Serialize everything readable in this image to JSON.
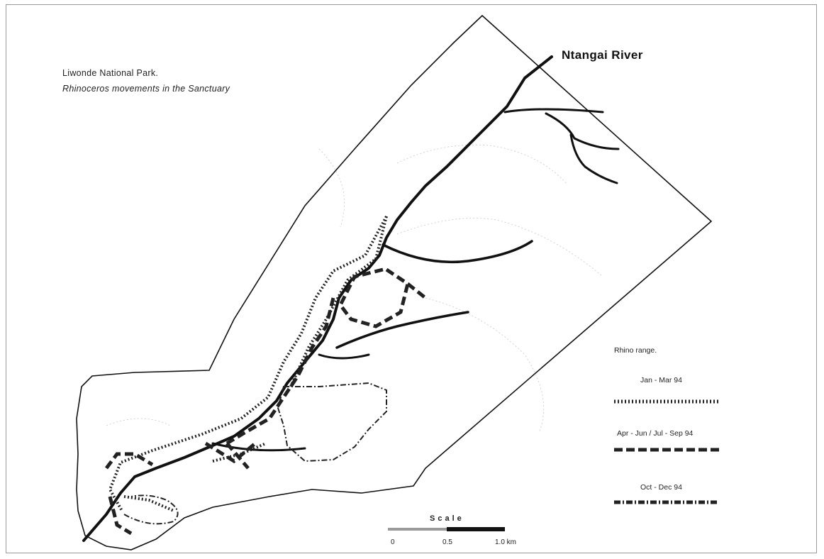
{
  "map": {
    "title_line1": "Liwonde National Park.",
    "title_line2": "Rhinoceros movements in the Sanctuary",
    "river_label": "Ntangai River"
  },
  "legend": {
    "title": "Rhino range.",
    "items": [
      {
        "label": "Jan - Mar 94",
        "style": "dotted"
      },
      {
        "label": "Apr - Jun / Jul - Sep 94",
        "style": "dashed"
      },
      {
        "label": "Oct - Dec 94",
        "style": "dash-dot"
      }
    ]
  },
  "scale": {
    "title": "Scale",
    "ticks": [
      "0",
      "0.5",
      "1.0 km"
    ]
  },
  "colors": {
    "boundary": "#111111",
    "river": "#111111",
    "ranges": "#222222",
    "frame": "#9a9a9a"
  }
}
